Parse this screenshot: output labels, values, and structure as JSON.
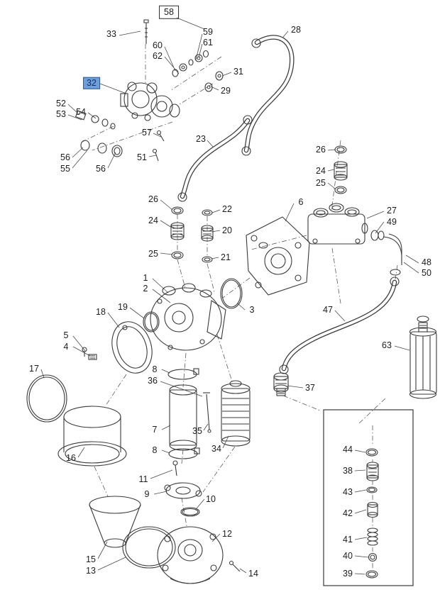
{
  "figure": {
    "type": "exploded-parts-diagram",
    "selected_callout": "32",
    "colors": {
      "line": "#3a3a3a",
      "label_text": "#1c1c1c",
      "highlight_bg": "#6f9fd8",
      "highlight_border": "#2b5aa0",
      "highlight_text": "#0f2f6d",
      "box_border": "#3a3a3a",
      "background": "#ffffff"
    }
  },
  "callouts": [
    {
      "label": "58",
      "style": "boxed"
    },
    {
      "label": "33"
    },
    {
      "label": "59"
    },
    {
      "label": "60"
    },
    {
      "label": "61"
    },
    {
      "label": "62"
    },
    {
      "label": "28"
    },
    {
      "label": "31"
    },
    {
      "label": "29"
    },
    {
      "label": "32",
      "style": "highlighted"
    },
    {
      "label": "52"
    },
    {
      "label": "54"
    },
    {
      "label": "53"
    },
    {
      "label": "57"
    },
    {
      "label": "51"
    },
    {
      "label": "56"
    },
    {
      "label": "55"
    },
    {
      "label": "56"
    },
    {
      "label": "23"
    },
    {
      "label": "26"
    },
    {
      "label": "24"
    },
    {
      "label": "25"
    },
    {
      "label": "26"
    },
    {
      "label": "22"
    },
    {
      "label": "24"
    },
    {
      "label": "20"
    },
    {
      "label": "25"
    },
    {
      "label": "21"
    },
    {
      "label": "6"
    },
    {
      "label": "27"
    },
    {
      "label": "49"
    },
    {
      "label": "48"
    },
    {
      "label": "50"
    },
    {
      "label": "1"
    },
    {
      "label": "2"
    },
    {
      "label": "3"
    },
    {
      "label": "18"
    },
    {
      "label": "19"
    },
    {
      "label": "47"
    },
    {
      "label": "63"
    },
    {
      "label": "5"
    },
    {
      "label": "4"
    },
    {
      "label": "17"
    },
    {
      "label": "8"
    },
    {
      "label": "36"
    },
    {
      "label": "37"
    },
    {
      "label": "7"
    },
    {
      "label": "35"
    },
    {
      "label": "34"
    },
    {
      "label": "16"
    },
    {
      "label": "8"
    },
    {
      "label": "11"
    },
    {
      "label": "9"
    },
    {
      "label": "10"
    },
    {
      "label": "44"
    },
    {
      "label": "38"
    },
    {
      "label": "43"
    },
    {
      "label": "42"
    },
    {
      "label": "12"
    },
    {
      "label": "41"
    },
    {
      "label": "40"
    },
    {
      "label": "15"
    },
    {
      "label": "13"
    },
    {
      "label": "14"
    },
    {
      "label": "39"
    }
  ]
}
